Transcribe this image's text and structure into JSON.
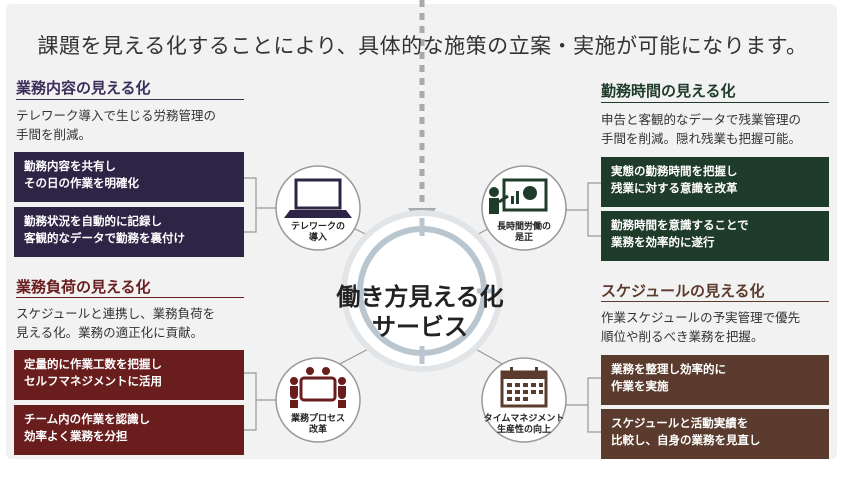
{
  "headline": "課題を見える化することにより、具体的な施策の立案・実施が可能になります。",
  "center": {
    "lines": [
      "働き方見える化",
      "サービス"
    ]
  },
  "colors": {
    "purple": "#2e2446",
    "green": "#1f3b2a",
    "maroon": "#6a1d1d",
    "brown": "#5b3b2e",
    "title_purple": "#3b2f5a",
    "title_green": "#1f3b2a",
    "title_maroon": "#6a1d1d",
    "title_brown": "#5b3b2e"
  },
  "sections": {
    "work_content": {
      "title": "業務内容の見える化",
      "desc": [
        "テレワーク導入で生じる労務管理の",
        "手間を削減。"
      ],
      "boxes": [
        [
          "勤務内容を共有し",
          "その日の作業を明確化"
        ],
        [
          "勤務状況を自動的に記録し",
          "客観的なデータで勤務を裏付け"
        ]
      ]
    },
    "work_hours": {
      "title": "勤務時間の見える化",
      "desc": [
        "申告と客観的なデータで残業管理の",
        "手間を削減。隠れ残業も把握可能。"
      ],
      "boxes": [
        [
          "実態の勤務時間を把握し",
          "残業に対する意識を改革"
        ],
        [
          "勤務時間を意識することで",
          "業務を効率的に遂行"
        ]
      ]
    },
    "workload": {
      "title": "業務負荷の見える化",
      "desc": [
        "スケジュールと連携し、業務負荷を",
        "見える化。業務の適正化に貢献。"
      ],
      "boxes": [
        [
          "定量的に作業工数を把握し",
          "セルフマネジメントに活用"
        ],
        [
          "チーム内の作業を認識し",
          "効率よく業務を分担"
        ]
      ]
    },
    "schedule": {
      "title": "スケジュールの見える化",
      "desc": [
        "作業スケジュールの予実管理で優先",
        "順位や削るべき業務を把握。"
      ],
      "boxes": [
        [
          "業務を整理し効率的に",
          "作業を実施"
        ],
        [
          "スケジュールと活動実績を",
          "比較し、自身の業務を見直し"
        ]
      ]
    }
  },
  "nodes": {
    "telework": [
      "テレワークの",
      "導入"
    ],
    "overtime": [
      "長時間労働の",
      "是正"
    ],
    "process": [
      "業務プロセス",
      "改革"
    ],
    "time_mgmt": [
      "タイムマネジメント",
      "生産性の向上"
    ]
  },
  "icons": {
    "telework": "laptop-icon",
    "overtime": "presentation-icon",
    "process": "meeting-table-icon",
    "time_mgmt": "calendar-icon"
  }
}
